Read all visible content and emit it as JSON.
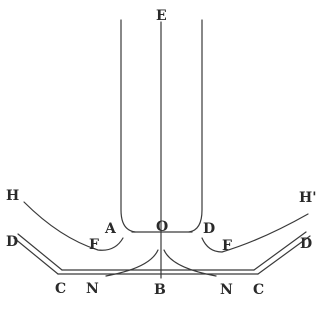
{
  "diagram": {
    "labels": {
      "E": "E",
      "H_left": "H",
      "H_right": "H'",
      "A": "A",
      "O": "O",
      "D_top": "D",
      "F_left": "F",
      "F_right": "F",
      "D_left": "D",
      "D_right": "D",
      "C_left": "C",
      "N_left": "N",
      "B": "B",
      "N_right": "N",
      "C_right": "C"
    },
    "colors": {
      "ink": "#2a2a2a",
      "line": "#3a3a3a"
    }
  }
}
